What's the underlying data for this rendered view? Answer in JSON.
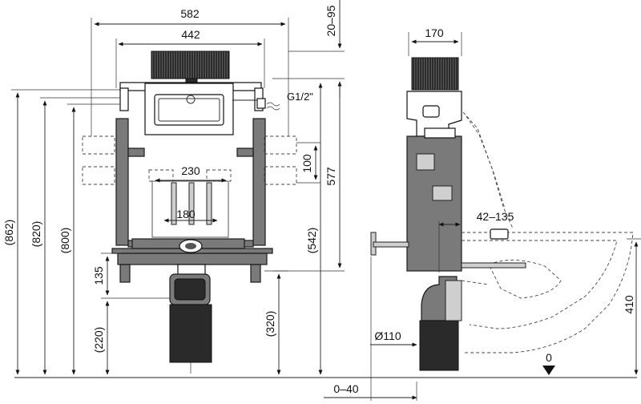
{
  "front_view": {
    "width_overall": "582",
    "width_frame": "442",
    "spacing_upper": "230",
    "spacing_lower": "180",
    "height_total": "(862)",
    "height_2": "(820)",
    "height_3": "(800)",
    "height_bottom": "(220)",
    "offset_135": "135",
    "height_542": "(542)",
    "height_320": "(320)",
    "top_range": "20–95",
    "bracket_spacing": "100",
    "height_577": "577",
    "water_inlet": "G1/2\""
  },
  "side_view": {
    "depth": "170",
    "adjust_range": "42–135",
    "pipe_diameter": "Ø110",
    "floor_range": "0–40",
    "height_410": "410",
    "floor_zero": "0"
  }
}
